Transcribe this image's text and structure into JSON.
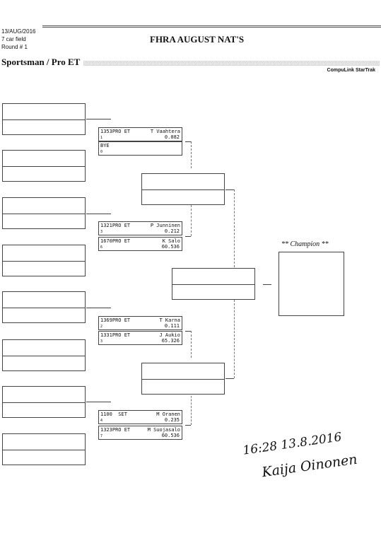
{
  "header": {
    "date": "13/AUG/2016",
    "field": "7 car field",
    "round": "Round # 1",
    "title": "FHRA AUGUST NAT'S",
    "category": "Sportsman / Pro ET",
    "credit": "CompuLink StarTrak"
  },
  "champion": {
    "label": "** Champion **"
  },
  "matchups": [
    {
      "a": {
        "cls": "1353PRO ET",
        "name": "T Vaahtera",
        "lane": "1",
        "value": "0.082"
      },
      "b": {
        "cls": "BYE",
        "name": "",
        "lane": "0",
        "value": ""
      }
    },
    {
      "a": {
        "cls": "1321PRO ET",
        "name": "P Junninen",
        "lane": "3",
        "value": "0.212"
      },
      "b": {
        "cls": "1670PRO ET",
        "name": "K Salo",
        "lane": "6",
        "value": "60.536"
      }
    },
    {
      "a": {
        "cls": "1369PRO ET",
        "name": "T Karna",
        "lane": "2",
        "value": "0.111"
      },
      "b": {
        "cls": "1331PRO ET",
        "name": "J Aukio",
        "lane": "3",
        "value": "65.326"
      }
    },
    {
      "a": {
        "cls": "1100  SET",
        "name": "M Oranen",
        "lane": "4",
        "value": "0.235"
      },
      "b": {
        "cls": "1323PRO ET",
        "name": "M Suojasalo",
        "lane": "7",
        "value": "60.536"
      }
    }
  ],
  "handwriting": {
    "timestamp": "16:28 13.8.2016",
    "signature": "Kaija Oinonen"
  }
}
